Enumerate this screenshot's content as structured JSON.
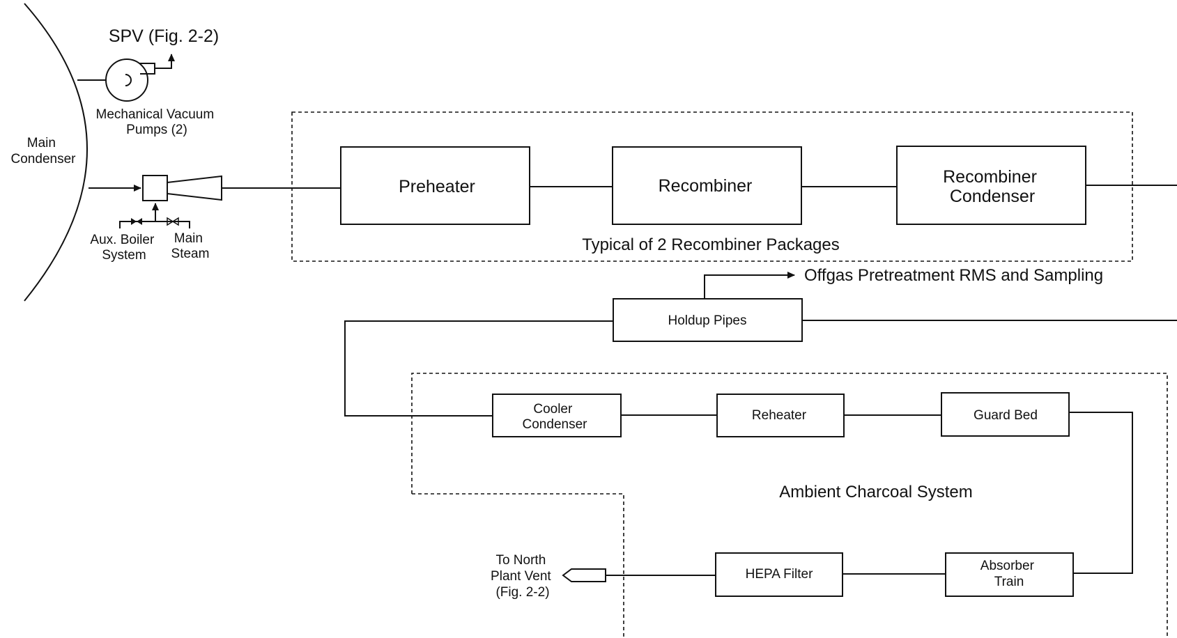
{
  "diagram": {
    "main_condenser": [
      "Main",
      "Condenser"
    ],
    "spv_label": "SPV (Fig. 2-2)",
    "vacuum_pumps_label": [
      "Mechanical Vacuum",
      "Pumps (2)"
    ],
    "aux_boiler_label": [
      "Aux. Boiler",
      "System"
    ],
    "main_steam_label": [
      "Main",
      "Steam"
    ],
    "preheater": "Preheater",
    "recombiner": "Recombiner",
    "recombiner_condenser": [
      "Recombiner",
      "Condenser"
    ],
    "recombiner_packages_label": "Typical of 2 Recombiner Packages",
    "offgas_label": "Offgas Pretreatment RMS and Sampling",
    "holdup_pipes": "Holdup Pipes",
    "cooler_condenser": [
      "Cooler",
      "Condenser"
    ],
    "reheater": "Reheater",
    "guard_bed": "Guard Bed",
    "ambient_charcoal_label": "Ambient Charcoal System",
    "hepa_filter": "HEPA Filter",
    "absorber_train": [
      "Absorber",
      "Train"
    ],
    "north_vent_label": [
      "To North",
      "Plant Vent",
      "(Fig. 2-2)"
    ]
  }
}
